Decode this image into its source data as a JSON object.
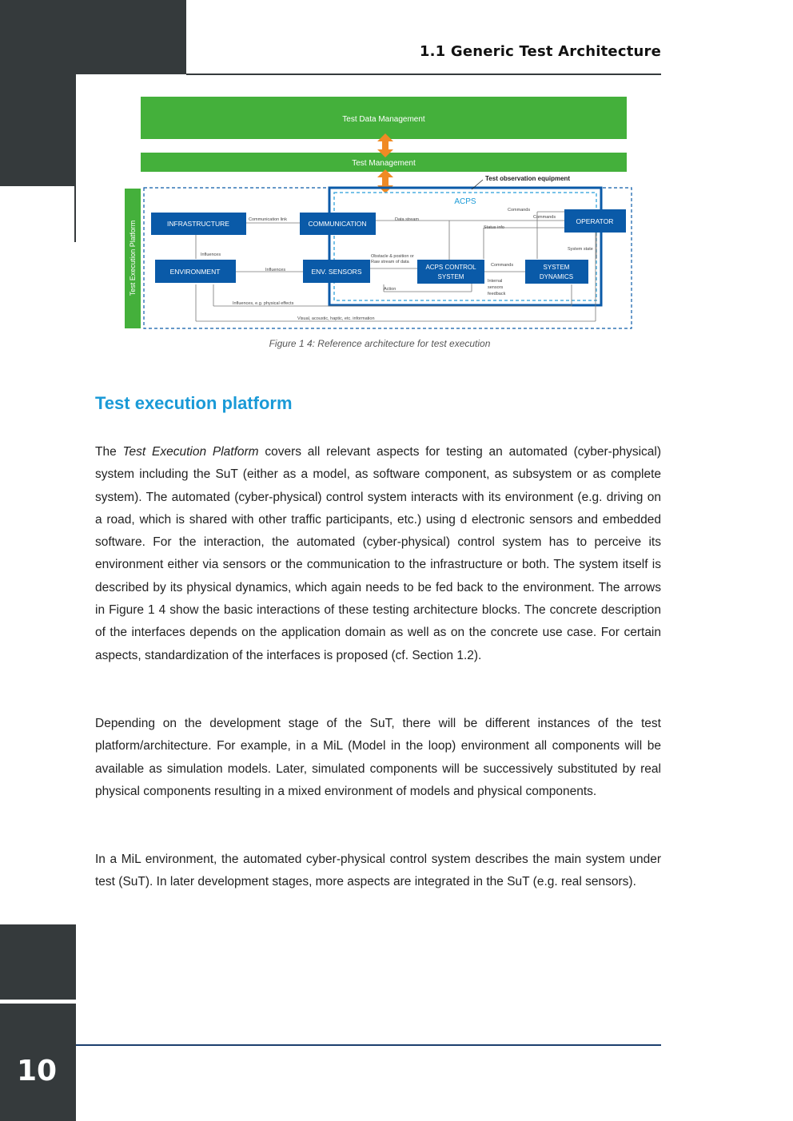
{
  "header": {
    "title": "1.1 Generic Test Architecture"
  },
  "figure": {
    "test_data_management": "Test Data Management",
    "test_management": "Test Management",
    "test_observation_equipment": "Test observation equipment",
    "acps": "ACPS",
    "test_execution_platform": "Test Execution Platform",
    "blocks": {
      "infrastructure": "INFRASTRUCTURE",
      "communication": "COMMUNICATION",
      "operator": "OPERATOR",
      "environment": "ENVIRONMENT",
      "env_sensors": "ENV. SENSORS",
      "acps_control_1": "ACPS CONTROL",
      "acps_control_2": "SYSTEM",
      "system_dynamics_1": "SYSTEM",
      "system_dynamics_2": "DYNAMICS"
    },
    "labels": {
      "communication_link": "Communication link",
      "data_stream": "Data stream",
      "commands_1": "Commands",
      "commands_2": "Commands",
      "status_info": "Status info",
      "system_state": "System state",
      "influences_1": "Influences",
      "influences_2": "Influences",
      "obstacle_1": "Obstacle & position or",
      "obstacle_2": "Raw stream of data",
      "commands_3": "Commands",
      "internal_1": "Internal",
      "internal_2": "sensors",
      "internal_3": "feedback",
      "action": "Action",
      "influences_physical": "Influences, e.g. physical effects",
      "visual": "Visual, acoustic, haptic, etc. information"
    },
    "colors": {
      "green": "#44b03b",
      "blue": "#0a5aa8",
      "orange": "#f08a24",
      "light_blue": "#4aaee0"
    }
  },
  "caption": "Figure 1 4: Reference architecture for test execution",
  "section_heading": "Test execution platform",
  "paragraphs": {
    "p1_before": "The ",
    "p1_italic": "Test Execution Platform",
    "p1_after": " covers all relevant aspects for testing an automated (cyber-physical) system including the SuT (either as a model, as software component, as subsystem or as complete system). The automated (cyber-physical) control system interacts with its environment (e.g. driving on a road, which is shared with other traffic participants, etc.) using d electronic sensors and embedded software. For the interaction, the automated (cyber-physical) control system has to perceive its environment either via sensors or the communication to the infrastructure or both. The system itself is described by its physical dynamics, which again needs to be fed back to the environment. The arrows in Figure 1 4 show the basic interactions of these testing architecture blocks. The concrete description of the interfaces depends on the application domain as well as on the concrete use case. For certain aspects, standardization of the interfaces is proposed (cf. Section 1.2).",
    "p2": "Depending on the development stage of the SuT, there will be different instances of the test platform/architecture. For example, in a MiL (Model in the loop) environment all components will be available as simulation models. Later, simulated components will be successively substituted by real physical components resulting in a mixed environment of models and physical components.",
    "p3": "In a MiL environment, the automated cyber-physical control system describes the main system under test (SuT). In later development stages, more aspects are integrated in the SuT (e.g. real sensors)."
  },
  "page_number": "10"
}
